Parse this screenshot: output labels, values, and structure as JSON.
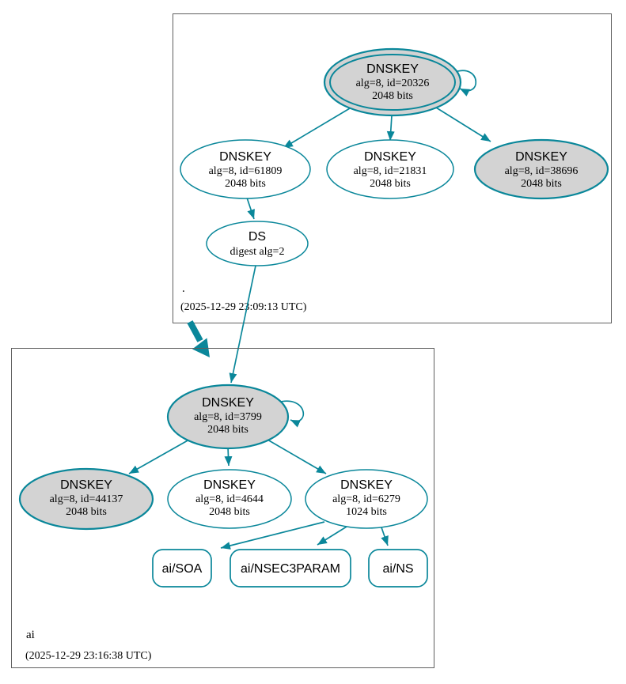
{
  "diagram": {
    "kind": "dnssec-authentication-chain-graph",
    "colors": {
      "secure_teal": "#0a879a",
      "sep_key_fill_gray": "#d3d3d3",
      "key_fill_white": "#ffffff",
      "cluster_border_gray": "#5f5f5f",
      "text_black": "#000000"
    }
  },
  "zones": [
    {
      "name": ".",
      "timestamp": "(2025-12-29 23:09:13 UTC)",
      "nodes": [
        {
          "label": "DNSKEY",
          "detail1": "alg=8, id=20326",
          "detail2": "2048 bits",
          "role": "trust-anchor-ksk",
          "fill": "gray",
          "ring": "double",
          "self_signed": true
        },
        {
          "label": "DNSKEY",
          "detail1": "alg=8, id=61809",
          "detail2": "2048 bits",
          "role": "zsk",
          "fill": "white"
        },
        {
          "label": "DNSKEY",
          "detail1": "alg=8, id=21831",
          "detail2": "2048 bits",
          "role": "zsk",
          "fill": "white"
        },
        {
          "label": "DNSKEY",
          "detail1": "alg=8, id=38696",
          "detail2": "2048 bits",
          "role": "ksk",
          "fill": "gray"
        },
        {
          "label": "DS",
          "detail1": "digest alg=2",
          "role": "ds",
          "fill": "white"
        }
      ]
    },
    {
      "name": "ai",
      "timestamp": "(2025-12-29 23:16:38 UTC)",
      "nodes": [
        {
          "label": "DNSKEY",
          "detail1": "alg=8, id=3799",
          "detail2": "2048 bits",
          "role": "ksk",
          "fill": "gray",
          "self_signed": true
        },
        {
          "label": "DNSKEY",
          "detail1": "alg=8, id=44137",
          "detail2": "2048 bits",
          "role": "ksk",
          "fill": "gray"
        },
        {
          "label": "DNSKEY",
          "detail1": "alg=8, id=4644",
          "detail2": "2048 bits",
          "role": "zsk",
          "fill": "white"
        },
        {
          "label": "DNSKEY",
          "detail1": "alg=8, id=6279",
          "detail2": "1024 bits",
          "role": "zsk",
          "fill": "white"
        },
        {
          "label": "ai/SOA",
          "role": "rrset"
        },
        {
          "label": "ai/NSEC3PARAM",
          "role": "rrset"
        },
        {
          "label": "ai/NS",
          "role": "rrset"
        }
      ]
    }
  ],
  "edges": [
    {
      "from": "DNSKEY 20326",
      "to": "DNSKEY 20326",
      "type": "self-loop"
    },
    {
      "from": "DNSKEY 20326",
      "to": "DNSKEY 61809",
      "type": "signs"
    },
    {
      "from": "DNSKEY 20326",
      "to": "DNSKEY 21831",
      "type": "signs"
    },
    {
      "from": "DNSKEY 20326",
      "to": "DNSKEY 38696",
      "type": "signs"
    },
    {
      "from": "DNSKEY 61809",
      "to": "DS",
      "type": "signs"
    },
    {
      "from": "DS",
      "to": "DNSKEY 3799",
      "type": "authenticates"
    },
    {
      "from": "zone .",
      "to": "zone ai",
      "type": "delegation"
    },
    {
      "from": "DNSKEY 3799",
      "to": "DNSKEY 3799",
      "type": "self-loop"
    },
    {
      "from": "DNSKEY 3799",
      "to": "DNSKEY 44137",
      "type": "signs"
    },
    {
      "from": "DNSKEY 3799",
      "to": "DNSKEY 4644",
      "type": "signs"
    },
    {
      "from": "DNSKEY 3799",
      "to": "DNSKEY 6279",
      "type": "signs"
    },
    {
      "from": "DNSKEY 6279",
      "to": "ai/SOA",
      "type": "signs"
    },
    {
      "from": "DNSKEY 6279",
      "to": "ai/NSEC3PARAM",
      "type": "signs"
    },
    {
      "from": "DNSKEY 6279",
      "to": "ai/NS",
      "type": "signs"
    }
  ]
}
